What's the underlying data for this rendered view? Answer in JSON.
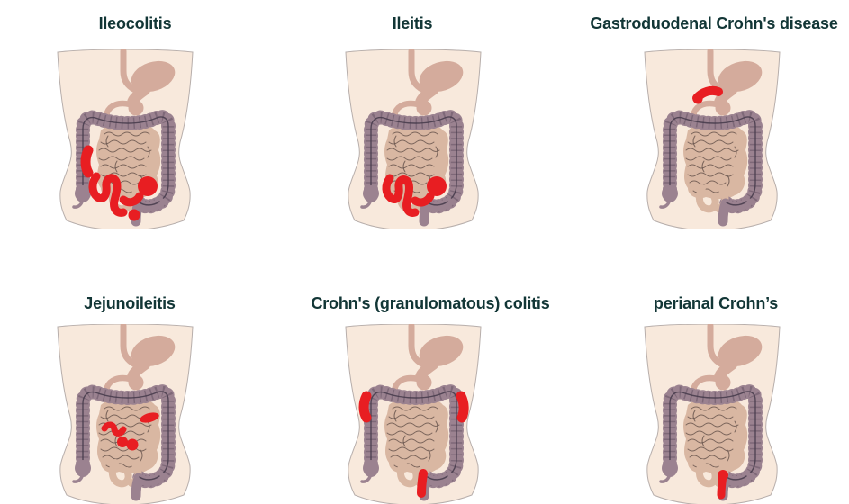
{
  "figure": {
    "colors": {
      "background": "#ffffff",
      "label": "#123636",
      "highlight": "#e81e22",
      "skin": "#f8e9dc",
      "skin_outline": "#b7aeab",
      "stomach": "#d4ab9c",
      "intestine": "#d9b7a2",
      "intestine_line": "#63504a",
      "colon": "#9b8290",
      "colon_band": "#4e3f51",
      "colon_line": "#44394a"
    },
    "panels": [
      {
        "id": "ileocolitis",
        "label": "Ileocolitis",
        "highlighted_region": "terminal-ileum-and-ascending-colon"
      },
      {
        "id": "ileitis",
        "label": "Ileitis",
        "highlighted_region": "terminal-ileum"
      },
      {
        "id": "gastroduodenal",
        "label": "Gastroduodenal Crohn's disease",
        "highlighted_region": "stomach-outlet-and-duodenum"
      },
      {
        "id": "jejunoileitis",
        "label": "Jejunoileitis",
        "highlighted_region": "scattered-jejunum-and-ileum-patches"
      },
      {
        "id": "granulomatous-colitis",
        "label": "Crohn's (granulomatous) colitis",
        "highlighted_region": "ascending-and-descending-colon-and-rectum-patches"
      },
      {
        "id": "perianal",
        "label": "perianal Crohn’s",
        "highlighted_region": "perianal-rectal-area"
      }
    ]
  }
}
